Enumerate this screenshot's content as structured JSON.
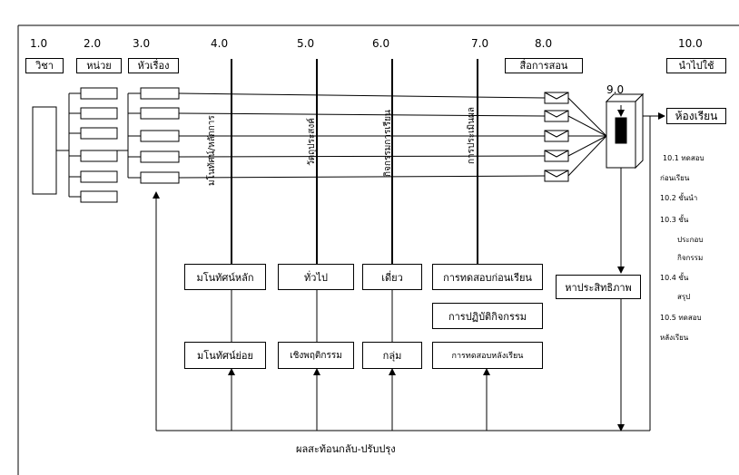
{
  "diagram": {
    "steps": [
      {
        "num": "1.0",
        "label": "วิชา"
      },
      {
        "num": "2.0",
        "label": "หน่วย"
      },
      {
        "num": "3.0",
        "label": "หัวเรื่อง"
      },
      {
        "num": "4.0",
        "label": "มโนทัศน์/หลักการ"
      },
      {
        "num": "5.0",
        "label": "วัตถุประสงค์"
      },
      {
        "num": "6.0",
        "label": "กิจกรรมการเรียน"
      },
      {
        "num": "7.0",
        "label": "การประเมินผล"
      },
      {
        "num": "8.0",
        "label": "สื่อการสอน"
      },
      {
        "num": "9.0",
        "label": ""
      },
      {
        "num": "10.0",
        "label": "นำไปใช้"
      }
    ],
    "classroom_label": "ห้องเรียน",
    "boxes": {
      "concept_main": "มโนทัศน์หลัก",
      "concept_sub": "มโนทัศน์ย่อย",
      "objective_general": "ทั่วไป",
      "objective_behavior": "เชิงพฤติกรรม",
      "activity_single": "เดี่ยว",
      "activity_group": "กลุ่ม",
      "eval_pretest": "การทดสอบก่อนเรียน",
      "eval_practice": "การปฏิบัติกิจกรรม",
      "eval_posttest": "การทดสอบหลังเรียน",
      "efficiency": "หาประสิทธิภาพ"
    },
    "side_items": [
      "10.1 ทดสอบ",
      "ก่อนเรียน",
      "10.2 ขั้นนำ",
      "10.3 ขั้น",
      "ประกอบ",
      "กิจกรรม",
      "10.4 ขั้น",
      "สรุป",
      "10.5 ทดสอบ",
      "หลังเรียน"
    ],
    "feedback_label": "ผลสะท้อนกลับ-ปรับปรุง"
  }
}
